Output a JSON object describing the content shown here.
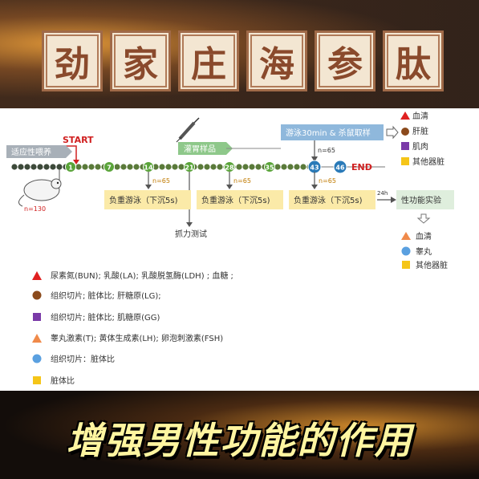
{
  "title_chars": [
    "劲",
    "家",
    "庄",
    "海",
    "参",
    "肽"
  ],
  "slogan": "增强男性功能的作用",
  "diagram": {
    "start": "START",
    "end": "END",
    "adapt": "适应性喂养",
    "gavage": "灌胃样品",
    "n130": "n=130",
    "swim_box": "游泳30min & 杀鼠取样",
    "n65": "n=65",
    "timeline_days": [
      "1",
      "7",
      "14",
      "21",
      "28",
      "35",
      "43",
      "46"
    ],
    "load_swim": "负重游泳（下沉5s)",
    "grip": "抓力测试",
    "d24h": "24h",
    "sex_test": "性功能实验",
    "legend_top": [
      "血清",
      "肝脏",
      "肌肉",
      "其他器脏"
    ],
    "legend_sex": [
      "血清",
      "睾丸",
      "其他器脏"
    ],
    "notes": [
      "尿素氮(BUN); 乳酸(LA); 乳酸脱氢酶(LDH) ; 血糖 ;",
      "组织切片; 脏体比; 肝糖原(LG);",
      "组织切片; 脏体比; 肌糖原(GG)",
      "睾丸激素(T); 黄体生成素(LH); 卵泡刺激素(FSH)",
      "组织切片：脏体比",
      "脏体比"
    ]
  },
  "colors": {
    "red": "#e02020",
    "brown": "#8b4a1c",
    "purple": "#7a3aa8",
    "yellow": "#f5c518",
    "orange": "#f08a4a",
    "blue": "#5aa0e0",
    "green_node": "#5aa43a",
    "blue_node": "#2a7ab8"
  }
}
